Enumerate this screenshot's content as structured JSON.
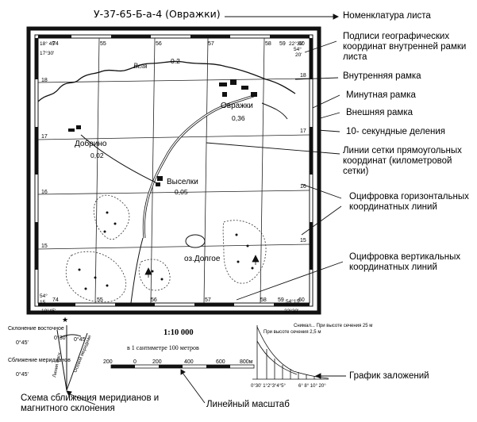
{
  "sheet": {
    "nomenclature": "У-37-65-Б-а-4 (Овражки)",
    "corner_coords": {
      "top_left_lon": "18° 45'",
      "top_left_lat": "17°30'",
      "top_right_lon": "22°30'",
      "top_right_lat": "54°",
      "top_right_lat2": "20'",
      "bottom_left_lat": "54°",
      "bottom_left_lat2": "15",
      "bottom_left_lon": "18°45'",
      "bottom_right_lon": "22°30'",
      "bottom_right_lat": "54°15'"
    },
    "grid_labels": {
      "top": [
        "74",
        "55",
        "56",
        "57",
        "58",
        "59"
      ],
      "left": [
        "18",
        "17",
        "16",
        "15"
      ],
      "right": [
        "18",
        "17",
        "16",
        "15"
      ],
      "bottom": [
        "74",
        "55",
        "56",
        "57",
        "58",
        "59",
        "60"
      ],
      "extra_top_right": "60"
    },
    "places": [
      {
        "name": "Овражки",
        "value": "0,36"
      },
      {
        "name": "Добрино",
        "value": "0,02"
      },
      {
        "name": "Выселки",
        "value": "0,05"
      },
      {
        "name": "оз.Долгое",
        "value": ""
      }
    ],
    "river": {
      "name": "Веля",
      "depth": "0.2"
    }
  },
  "bottom": {
    "scale": "1:10 000",
    "scale_text": "в 1 сантиметре 100 метров",
    "scale_bar": [
      "200",
      "0",
      "200",
      "400",
      "600",
      "800м"
    ],
    "declination_east": "Склонение восточное",
    "declination_east_value": "0°45'",
    "convergence": "Сближение меридианов",
    "convergence_value": "0°45'",
    "diagram_angles": [
      "0°30'",
      "0°45'"
    ],
    "diagram_ray_labels": [
      "Линия магн.",
      "Осевой меридиан"
    ],
    "slope_header_left": "При высоте сечения 2,5 м",
    "slope_header_right": "Снимал... При высоте сечения 25 м",
    "slope_ticks_left": "0°30' 1°2°3°4°5°",
    "slope_ticks_right": "6° 8° 10° 20°"
  },
  "legend": {
    "nomenclature": "Номенклатура листа",
    "geo_coords": "Подписи географических координат внутренней рамки листа",
    "inner_frame": "Внутренняя рамка",
    "minute_frame": "Минутная рамка",
    "outer_frame": "Внешняя рамка",
    "ten_sec": "10- секундные деления",
    "grid_lines": "Линии сетки прямоугольных координат (километровой сетки)",
    "horiz_digits": "Оцифровка горизонтальных координатных линий",
    "vert_digits": "Оцифровка вертикальных координатных линий",
    "slope_graph": "График заложений",
    "merid_scheme": "Схема сближения меридианов и магнитного склонения",
    "linear_scale": "Линейный масштаб"
  },
  "colors": {
    "ink": "#111111",
    "paper": "#ffffff"
  }
}
